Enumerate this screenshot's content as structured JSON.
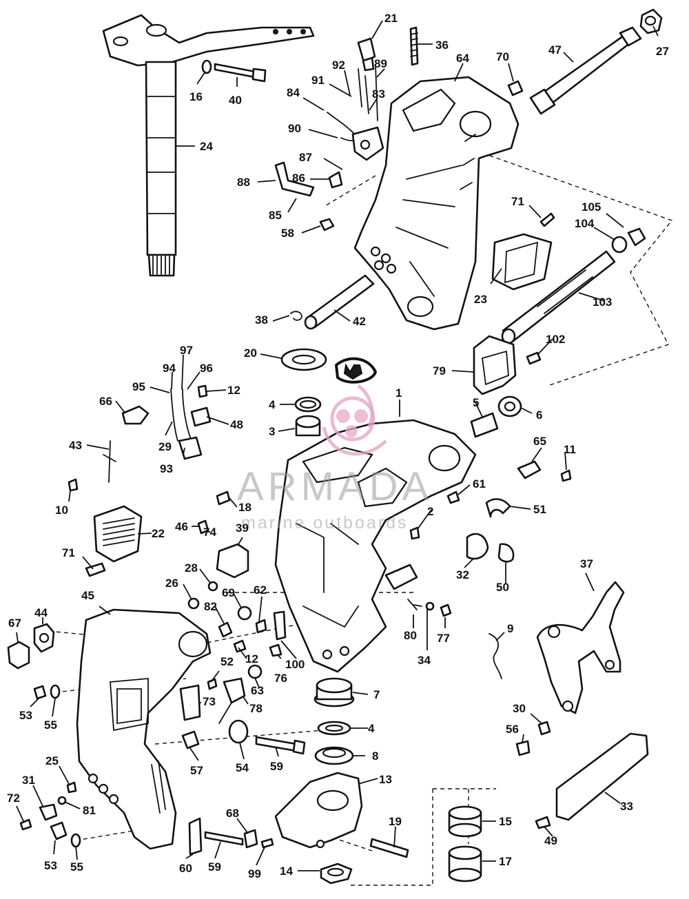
{
  "diagram": {
    "callouts": [
      "21",
      "36",
      "64",
      "70",
      "47",
      "27",
      "92",
      "89",
      "91",
      "83",
      "84",
      "16",
      "40",
      "24",
      "90",
      "87",
      "88",
      "86",
      "85",
      "58",
      "71",
      "105",
      "104",
      "23",
      "103",
      "42",
      "38",
      "20",
      "102",
      "79",
      "97",
      "94",
      "96",
      "95",
      "12",
      "66",
      "48",
      "4",
      "3",
      "1",
      "5",
      "6",
      "43",
      "29",
      "93",
      "65",
      "11",
      "10",
      "61",
      "2",
      "51",
      "18",
      "22",
      "46",
      "74",
      "39",
      "71",
      "28",
      "32",
      "50",
      "26",
      "69",
      "62",
      "82",
      "80",
      "77",
      "34",
      "45",
      "44",
      "67",
      "12",
      "76",
      "100",
      "9",
      "37",
      "52",
      "63",
      "53",
      "55",
      "73",
      "78",
      "7",
      "30",
      "56",
      "57",
      "54",
      "59",
      "4",
      "8",
      "25",
      "13",
      "31",
      "81",
      "72",
      "33",
      "19",
      "68",
      "15",
      "49",
      "53",
      "55",
      "60",
      "59",
      "99",
      "14",
      "17"
    ]
  },
  "watermark": {
    "brand": "ARMADA",
    "tagline": "marine outboards",
    "logo_color": "#e0a3c4"
  }
}
